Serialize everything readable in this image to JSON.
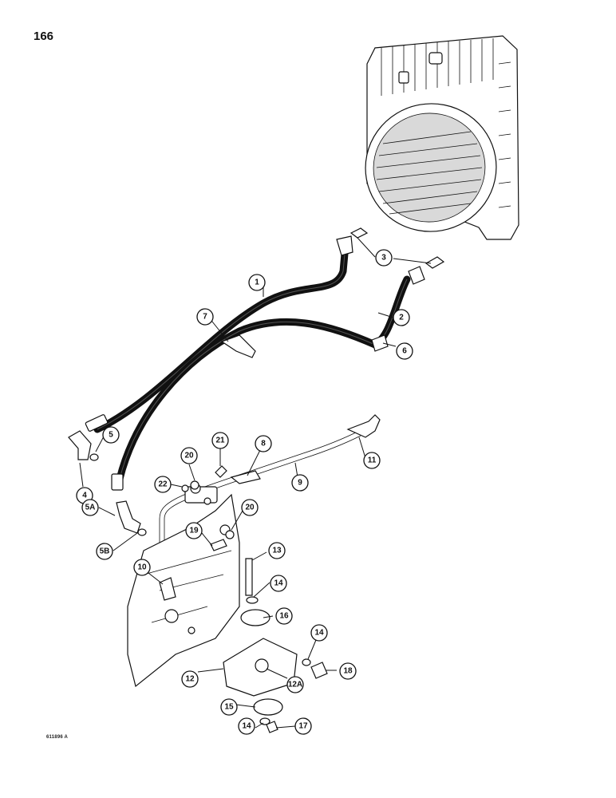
{
  "page": {
    "number": "166",
    "drawing_code": "611896 A"
  },
  "callouts": [
    {
      "label": "1"
    },
    {
      "label": "2"
    },
    {
      "label": "3"
    },
    {
      "label": "4"
    },
    {
      "label": "5"
    },
    {
      "label": "5A"
    },
    {
      "label": "5B"
    },
    {
      "label": "6"
    },
    {
      "label": "7"
    },
    {
      "label": "8"
    },
    {
      "label": "9"
    },
    {
      "label": "10"
    },
    {
      "label": "11"
    },
    {
      "label": "12"
    },
    {
      "label": "12A"
    },
    {
      "label": "13"
    },
    {
      "label": "14"
    },
    {
      "label": "14"
    },
    {
      "label": "14"
    },
    {
      "label": "15"
    },
    {
      "label": "16"
    },
    {
      "label": "17"
    },
    {
      "label": "18"
    },
    {
      "label": "19"
    },
    {
      "label": "20"
    },
    {
      "label": "20"
    },
    {
      "label": "21"
    },
    {
      "label": "22"
    }
  ]
}
